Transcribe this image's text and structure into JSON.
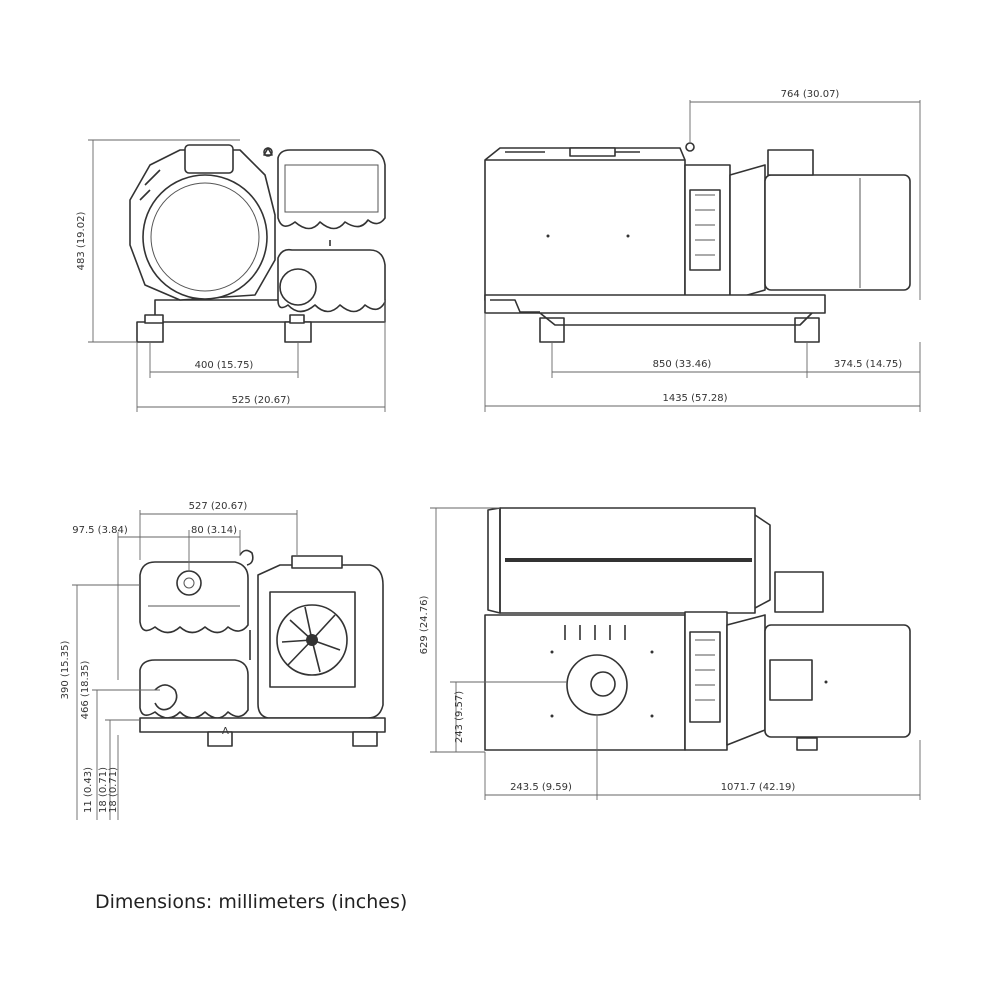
{
  "caption": "Dimensions: millimeters (inches)",
  "views": {
    "front_top": {
      "height": "483 (19.02)",
      "feet_spacing": "400 (15.75)",
      "overall_width": "525 (20.67)"
    },
    "side_top": {
      "top_length": "764 (30.07)",
      "feet_spacing": "850 (33.46)",
      "overhang": "374.5 (14.75)",
      "overall_length": "1435 (57.28)"
    },
    "front_bottom": {
      "top_width": "527 (20.67)",
      "left_offset": "97.5 (3.84)",
      "port_offset": "80 (3.14)",
      "height_a": "390 (15.35)",
      "height_b": "466 (18.35)",
      "foot_a": "11 (0.43)",
      "foot_b": "18 (0.71)",
      "foot_c": "18 (0.71)"
    },
    "side_bottom": {
      "height": "629 (24.76)",
      "port_height": "243 (9.57)",
      "port_offset_h": "243.5 (9.59)",
      "port_to_end": "1071.7 (42.19)"
    }
  }
}
